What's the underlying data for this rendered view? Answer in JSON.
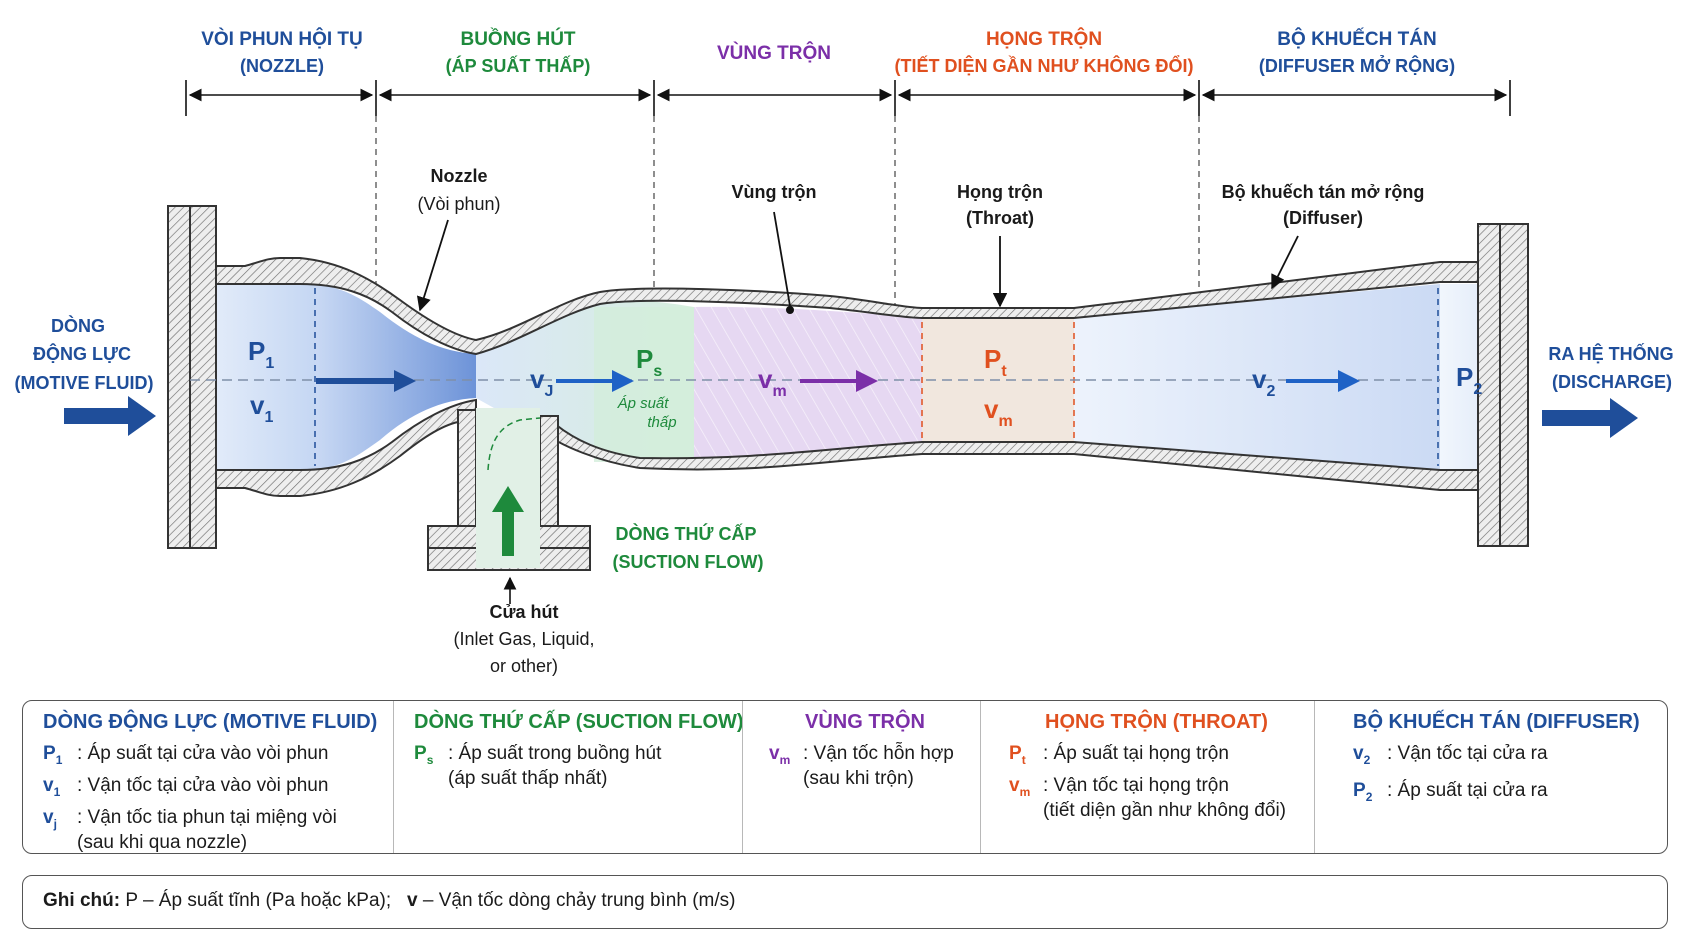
{
  "colors": {
    "motive": "#1f4e9a",
    "suction": "#1e8a3c",
    "mixing": "#7b2fa8",
    "throat": "#e0501f",
    "diffuser": "#1f4e9a"
  },
  "sections": [
    {
      "title": "VÒI PHUN HỘI TỤ",
      "sub": "(NOZZLE)"
    },
    {
      "title": "BUỒNG HÚT",
      "sub": "(ÁP SUẤT THẤP)"
    },
    {
      "title": "VÙNG TRỘN",
      "sub": ""
    },
    {
      "title": "HỌNG TRỘN",
      "sub": "(TIẾT DIỆN GẦN NHƯ KHÔNG ĐỔI)"
    },
    {
      "title": "BỘ KHUẾCH TÁN",
      "sub": "(DIFFUSER MỞ RỘNG)"
    }
  ],
  "callouts": {
    "nozzle": {
      "line1": "Nozzle",
      "line2": "(Vòi phun)"
    },
    "mixing": {
      "line1": "Vùng trộn"
    },
    "throat": {
      "line1": "Họng trộn",
      "line2": "(Throat)"
    },
    "diffuser": {
      "line1": "Bộ khuếch tán mở rộng",
      "line2": "(Diffuser)"
    },
    "inlet": {
      "line1": "Cửa hút",
      "line2": "(Inlet Gas, Liquid,",
      "line3": "or other)"
    }
  },
  "flows": {
    "motive": {
      "line1": "DÒNG",
      "line2": "ĐỘNG LỰC",
      "line3": "(MOTIVE FLUID)"
    },
    "discharge": {
      "line1": "RA HỆ THỐNG",
      "line2": "(DISCHARGE)"
    },
    "suction": {
      "line1": "DÒNG THỨ CẤP",
      "line2": "(SUCTION FLOW)"
    }
  },
  "symbols": {
    "P": "P",
    "v": "v",
    "sub1": "1",
    "subs": "s",
    "subt": "t",
    "subm": "m",
    "subj": "J",
    "sub2": "2",
    "low_pressure": {
      "line1": "Áp suất",
      "line2": "thấp"
    }
  },
  "legend": [
    {
      "title": "DÒNG ĐỘNG LỰC (MOTIVE FLUID)",
      "rows": [
        {
          "sym": "P",
          "sub": "1",
          "text": ": Áp suất tại cửa vào vòi phun"
        },
        {
          "sym": "v",
          "sub": "1",
          "text": ": Vận tốc tại cửa vào vòi phun"
        },
        {
          "sym": "v",
          "sub": "j",
          "text": ": Vận tốc tia phun tại miệng vòi\n(sau khi qua nozzle)"
        }
      ]
    },
    {
      "title": "DÒNG THỨ CẤP (SUCTION FLOW)",
      "rows": [
        {
          "sym": "P",
          "sub": "s",
          "text": ": Áp suất trong buồng hút\n(áp suất thấp nhất)"
        }
      ]
    },
    {
      "title": "VÙNG TRỘN",
      "rows": [
        {
          "sym": "v",
          "sub": "m",
          "text": ": Vận tốc hỗn hợp\n(sau khi trộn)"
        }
      ]
    },
    {
      "title": "HỌNG TRỘN (THROAT)",
      "rows": [
        {
          "sym": "P",
          "sub": "t",
          "text": ": Áp suất tại họng trộn"
        },
        {
          "sym": "v",
          "sub": "m",
          "text": ": Vận tốc tại họng trộn\n(tiết diện gần như không đổi)"
        }
      ]
    },
    {
      "title": "BỘ KHUẾCH TÁN (DIFFUSER)",
      "rows": [
        {
          "sym": "v",
          "sub": "2",
          "text": ": Vận tốc tại cửa ra"
        },
        {
          "sym": "P",
          "sub": "2",
          "text": ": Áp suất tại cửa ra"
        }
      ]
    }
  ],
  "note": {
    "label": "Ghi chú:",
    "p_text": "P – Áp suất tĩnh (Pa hoặc kPa);",
    "v_sym": "v",
    "v_text": "– Vận tốc dòng chảy trung bình (m/s)"
  }
}
